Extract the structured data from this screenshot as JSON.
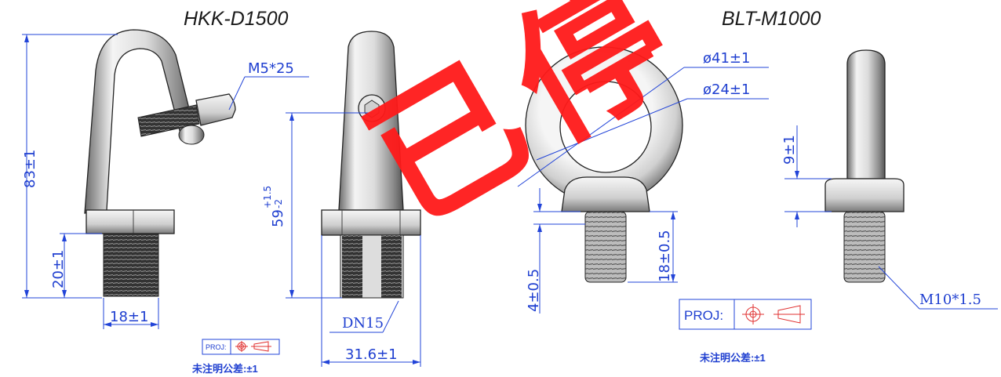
{
  "titles": {
    "left": "HKK-D1500",
    "right": "BLT-M1000"
  },
  "dims": {
    "m5": "M5*25",
    "h83": "83±1",
    "h20": "20±1",
    "w18": "18±1",
    "h59": "59",
    "h59_tol_up": "+1.5",
    "h59_tol_dn": "-2",
    "dn15": "DN15",
    "w316": "31.6±1",
    "d41": "ø41±1",
    "d24": "ø24±1",
    "h4": "4±0.5",
    "h18": "18±0.5",
    "h9": "9±1",
    "m10": "M10*1.5"
  },
  "proj": {
    "label": "PROJ:"
  },
  "notes": {
    "tolerance": "未注明公差:±1"
  },
  "watermark": {
    "text": "已停"
  },
  "colors": {
    "dimension": "#1f3fd0",
    "watermark": "#ff1a1a",
    "body_light": "#f2f2f2",
    "body_dark": "#5a5a5a"
  }
}
